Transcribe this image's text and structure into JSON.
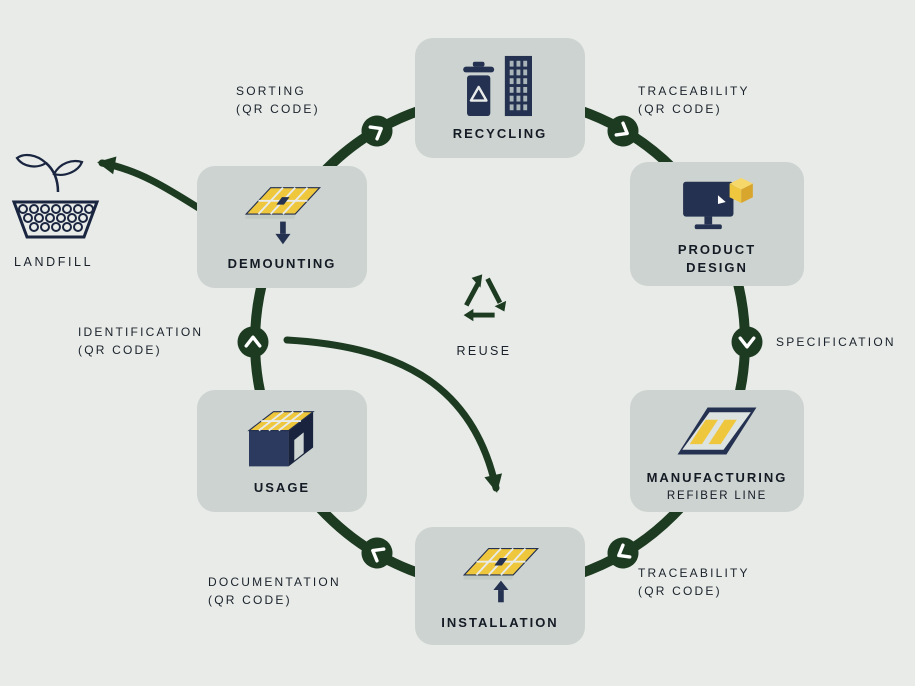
{
  "colors": {
    "background": "#e8ebe8",
    "node_background": "#cdd3d0",
    "ring_green": "#1d3b21",
    "icon_navy": "#243150",
    "icon_navy_dark": "#1a2540",
    "icon_yellow": "#efc73c",
    "text": "#1b222b"
  },
  "center": {
    "icon": "reuse-recycle-icon",
    "label": "REUSE"
  },
  "nodes": {
    "recycling": {
      "icon": "recycling-icon",
      "label": "RECYCLING"
    },
    "product_design": {
      "icon": "product-design-icon",
      "line1": "PRODUCT",
      "line2": "DESIGN"
    },
    "manufacturing": {
      "icon": "manufacturing-icon",
      "label": "MANUFACTURING",
      "sublabel": "REFIBER LINE"
    },
    "installation": {
      "icon": "installation-icon",
      "label": "INSTALLATION"
    },
    "usage": {
      "icon": "usage-icon",
      "label": "USAGE"
    },
    "demounting": {
      "icon": "demounting-icon",
      "label": "DEMOUNTING"
    }
  },
  "edge_labels": {
    "sorting": {
      "line1": "SORTING",
      "line2": "(QR CODE)"
    },
    "traceability_top": {
      "line1": "TRACEABILITY",
      "line2": "(QR CODE)"
    },
    "specification": {
      "line1": "SPECIFICATION"
    },
    "traceability_bottom": {
      "line1": "TRACEABILITY",
      "line2": "(QR CODE)"
    },
    "documentation": {
      "line1": "DOCUMENTATION",
      "line2": "(QR CODE)"
    },
    "identification": {
      "line1": "IDENTIFICATION",
      "line2": "(QR CODE)"
    }
  },
  "landfill": {
    "icon": "landfill-icon",
    "label": "LANDFILL"
  },
  "flow": {
    "direction": "clockwise",
    "sequence": [
      "RECYCLING",
      "PRODUCT DESIGN",
      "MANUFACTURING",
      "INSTALLATION",
      "USAGE",
      "DEMOUNTING"
    ]
  }
}
